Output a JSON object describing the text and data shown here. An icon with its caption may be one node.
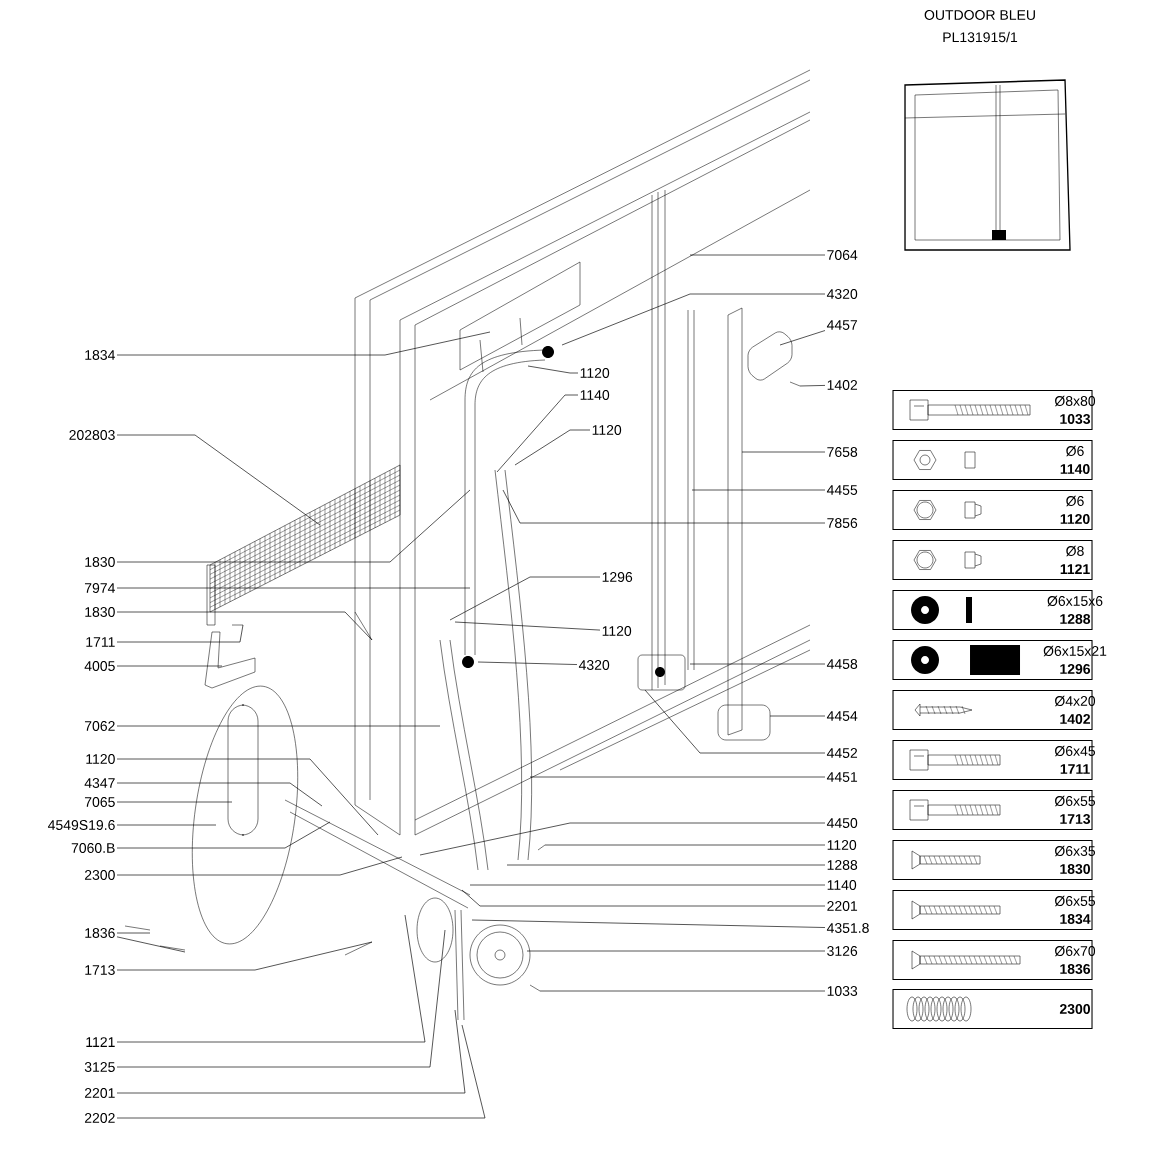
{
  "diagram": {
    "title": "OUTDOOR BLEU",
    "nodes": [
      {
        "text": [
          "1834"
        ]
      },
      {
        "text": [
          "202803"
        ]
      },
      {
        "text": [
          "1830"
        ]
      },
      {
        "text": [
          "7974"
        ]
      },
      {
        "text": [
          "1830"
        ]
      },
      {
        "text": [
          "1711"
        ]
      },
      {
        "text": [
          "4005"
        ]
      },
      {
        "text": [
          "7062"
        ]
      },
      {
        "text": [
          "1120"
        ]
      },
      {
        "text": [
          "4347"
        ]
      },
      {
        "text": [
          "7065"
        ]
      },
      {
        "text": [
          "4549S19.6"
        ]
      },
      {
        "text": [
          "7060.B"
        ]
      },
      {
        "text": [
          "2300"
        ]
      },
      {
        "text": [
          "1836"
        ]
      },
      {
        "text": [
          "1713"
        ]
      },
      {
        "text": [
          "1121"
        ]
      },
      {
        "text": [
          "3125"
        ]
      },
      {
        "text": [
          "2201"
        ]
      },
      {
        "text": [
          "2202"
        ]
      },
      {
        "text": [
          "1120"
        ]
      },
      {
        "text": [
          "1140"
        ]
      },
      {
        "text": [
          "1120"
        ]
      },
      {
        "text": [
          "1296"
        ]
      },
      {
        "text": [
          "1120"
        ]
      },
      {
        "text": [
          "4320"
        ]
      },
      {
        "text": [
          "7064"
        ]
      },
      {
        "text": [
          "4320"
        ]
      },
      {
        "text": [
          "4457"
        ]
      },
      {
        "text": [
          "1402"
        ]
      },
      {
        "text": [
          "7658"
        ]
      },
      {
        "text": [
          "4455"
        ]
      },
      {
        "text": [
          "7856"
        ]
      },
      {
        "text": [
          "4458"
        ]
      },
      {
        "text": [
          "4454"
        ]
      },
      {
        "text": [
          "4452"
        ]
      },
      {
        "text": [
          "4451"
        ]
      },
      {
        "text": [
          "4450"
        ]
      },
      {
        "text": [
          "1120"
        ]
      },
      {
        "text": [
          "1288"
        ]
      },
      {
        "text": [
          "1140"
        ]
      },
      {
        "text": [
          "2201"
        ]
      },
      {
        "text": [
          "4351.8"
        ]
      },
      {
        "text": [
          "3126"
        ]
      },
      {
        "text": [
          "1033"
        ]
      },
      {
        "text": [
          "Ø8x80",
          "1033"
        ]
      },
      {
        "text": [
          "Ø6",
          "1140"
        ]
      },
      {
        "text": [
          "Ø6",
          "1120"
        ]
      },
      {
        "text": [
          "Ø8",
          "1121"
        ]
      },
      {
        "text": [
          "Ø6x15x6",
          "1288"
        ]
      },
      {
        "text": [
          "Ø6x15x21",
          "1296"
        ]
      },
      {
        "text": [
          "Ø4x20",
          "1402"
        ]
      },
      {
        "text": [
          "Ø6x45",
          "1711"
        ]
      },
      {
        "text": [
          "Ø6x55",
          "1713"
        ]
      },
      {
        "text": [
          "Ø6x35",
          "1830"
        ]
      },
      {
        "text": [
          "Ø6x55",
          "1834"
        ]
      },
      {
        "text": [
          "Ø6x70",
          "1836"
        ]
      },
      {
        "text": [
          "2300"
        ]
      }
    ],
    "edges": [
      {
        "from": 0,
        "to": null,
        "arrow": "none"
      },
      {
        "from": 1,
        "to": null,
        "arrow": "none"
      },
      {
        "from": 2,
        "to": null,
        "arrow": "none"
      },
      {
        "from": 3,
        "to": null,
        "arrow": "none"
      },
      {
        "from": 4,
        "to": null,
        "arrow": "none"
      },
      {
        "from": 5,
        "to": null,
        "arrow": "none"
      },
      {
        "from": 6,
        "to": null,
        "arrow": "none"
      },
      {
        "from": 7,
        "to": null,
        "arrow": "none"
      },
      {
        "from": 8,
        "to": null,
        "arrow": "none"
      },
      {
        "from": 9,
        "to": null,
        "arrow": "none"
      },
      {
        "from": 10,
        "to": null,
        "arrow": "none"
      },
      {
        "from": 11,
        "to": null,
        "arrow": "none"
      },
      {
        "from": 12,
        "to": null,
        "arrow": "none"
      },
      {
        "from": 13,
        "to": null,
        "arrow": "none"
      },
      {
        "from": 14,
        "to": null,
        "arrow": "none"
      },
      {
        "from": 14,
        "to": null,
        "arrow": "none"
      },
      {
        "from": 15,
        "to": null,
        "arrow": "none"
      },
      {
        "from": 16,
        "to": null,
        "arrow": "none"
      },
      {
        "from": 17,
        "to": null,
        "arrow": "none"
      },
      {
        "from": 18,
        "to": null,
        "arrow": "none"
      },
      {
        "from": 19,
        "to": null,
        "arrow": "none"
      },
      {
        "from": 20,
        "to": null,
        "arrow": "none"
      },
      {
        "from": 21,
        "to": null,
        "arrow": "none"
      },
      {
        "from": 22,
        "to": null,
        "arrow": "none"
      },
      {
        "from": 23,
        "to": null,
        "arrow": "none"
      },
      {
        "from": 24,
        "to": null,
        "arrow": "none"
      },
      {
        "from": 25,
        "to": null,
        "arrow": "none"
      },
      {
        "from": 26,
        "to": null,
        "arrow": "none"
      },
      {
        "from": 27,
        "to": null,
        "arrow": "none"
      },
      {
        "from": 28,
        "to": null,
        "arrow": "none"
      },
      {
        "from": 29,
        "to": null,
        "arrow": "none"
      },
      {
        "from": 30,
        "to": null,
        "arrow": "none"
      },
      {
        "from": 31,
        "to": null,
        "arrow": "none"
      },
      {
        "from": 32,
        "to": null,
        "arrow": "none"
      },
      {
        "from": 33,
        "to": null,
        "arrow": "none"
      },
      {
        "from": 34,
        "to": null,
        "arrow": "none"
      },
      {
        "from": 35,
        "to": null,
        "arrow": "none"
      },
      {
        "from": 36,
        "to": null,
        "arrow": "none"
      },
      {
        "from": 37,
        "to": null,
        "arrow": "none"
      },
      {
        "from": 38,
        "to": null,
        "arrow": "none"
      },
      {
        "from": 39,
        "to": null,
        "arrow": "none"
      },
      {
        "from": 40,
        "to": null,
        "arrow": "none"
      },
      {
        "from": 41,
        "to": null,
        "arrow": "none"
      },
      {
        "from": 42,
        "to": null,
        "arrow": "none"
      },
      {
        "from": 43,
        "to": null,
        "arrow": "none"
      },
      {
        "from": 44,
        "to": null,
        "arrow": "none"
      }
    ],
    "labels": [
      "PL131915/1"
    ]
  }
}
